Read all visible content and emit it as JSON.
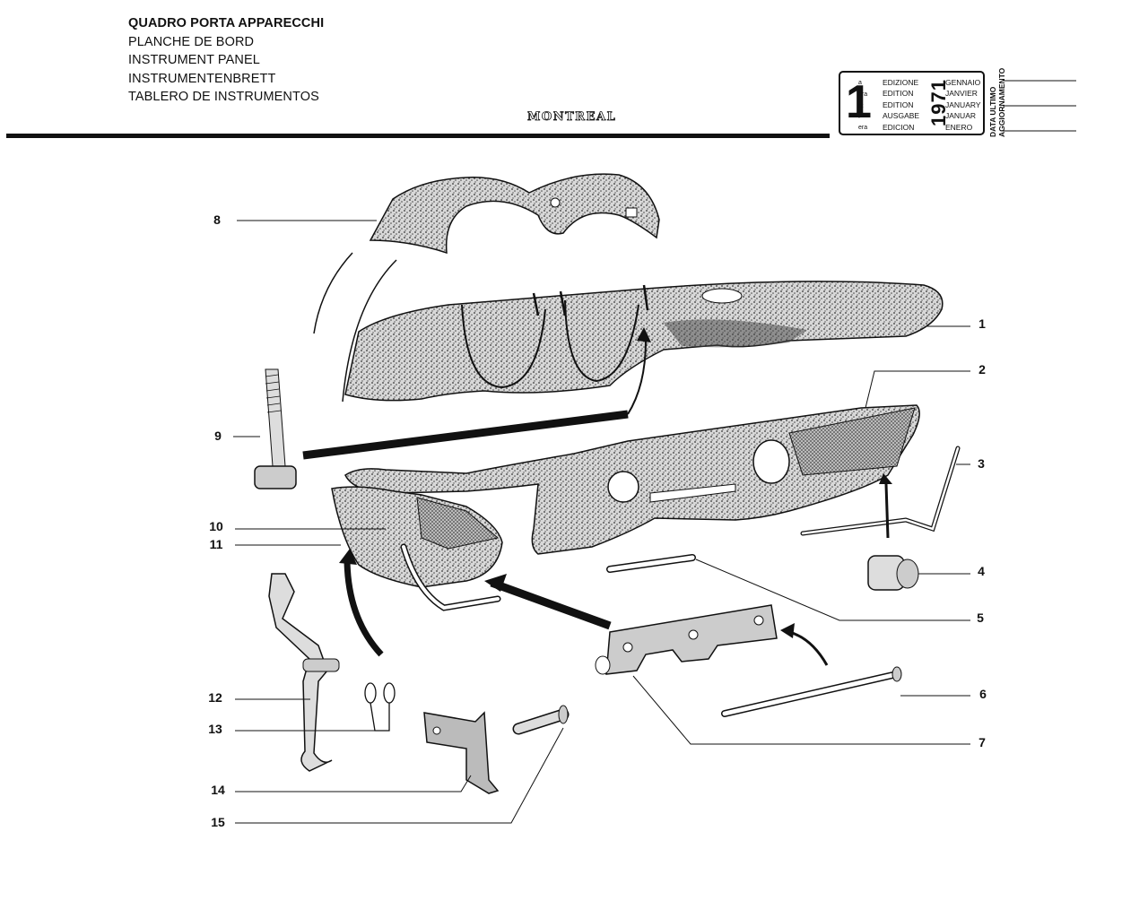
{
  "header": {
    "titles": [
      "QUADRO PORTA APPARECCHI",
      "PLANCHE DE BORD",
      "INSTRUMENT PANEL",
      "INSTRUMENTENBRETT",
      "TABLERO DE INSTRUMENTOS"
    ],
    "model": "MONTREAL"
  },
  "edition_box": {
    "number": "1",
    "suffixes": [
      "a",
      "era",
      "st",
      ".",
      "era"
    ],
    "labels": [
      "EDIZIONE",
      "EDITION",
      "EDITION",
      "AUSGABE",
      "EDICION"
    ],
    "year": "1971",
    "months": [
      "GENNAIO",
      "JANVIER",
      "JANUARY",
      "JANUAR",
      "ENERO"
    ],
    "update_label_1": "DATA ULTIMO",
    "update_label_2": "AGGIORNAMENTO"
  },
  "callouts": [
    "1",
    "2",
    "3",
    "4",
    "5",
    "6",
    "7",
    "8",
    "9",
    "10",
    "11",
    "12",
    "13",
    "14",
    "15"
  ],
  "colors": {
    "ink": "#111111",
    "paper": "#ffffff",
    "stipple": "#8a8a8a"
  }
}
